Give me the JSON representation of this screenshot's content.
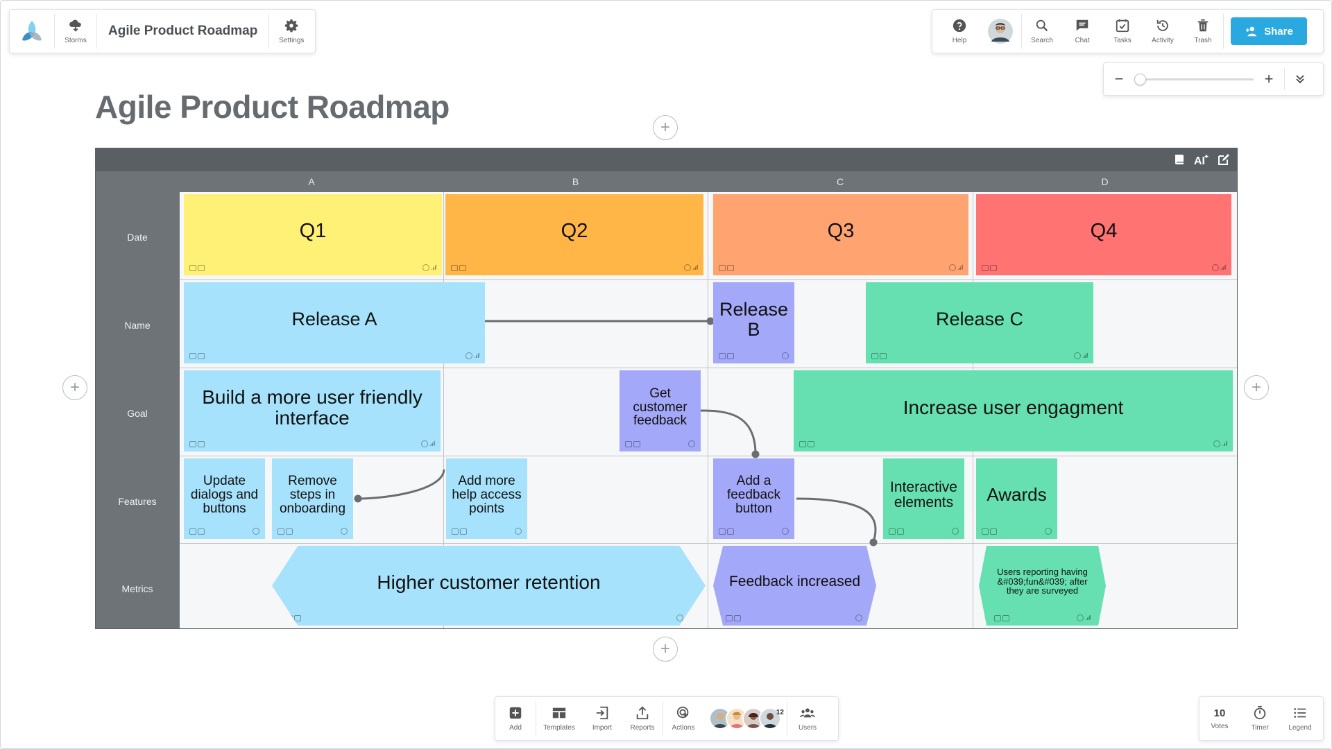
{
  "app": {
    "title": "Agile Product Roadmap",
    "storms_label": "Storms",
    "settings_label": "Settings"
  },
  "toolbar_top": {
    "help": "Help",
    "search": "Search",
    "chat": "Chat",
    "tasks": "Tasks",
    "activity": "Activity",
    "trash": "Trash",
    "share": "Share"
  },
  "zoom": {
    "minus": "−",
    "plus": "+",
    "level": 0.0
  },
  "page": {
    "title": "Agile Product Roadmap"
  },
  "board": {
    "columns": [
      "A",
      "B",
      "C",
      "D"
    ],
    "rows": [
      "Date",
      "Name",
      "Goal",
      "Features",
      "Metrics"
    ],
    "notes": {
      "q1": "Q1",
      "q2": "Q2",
      "q3": "Q3",
      "q4": "Q4",
      "release_a": "Release A",
      "release_b": "Release B",
      "release_c": "Release C",
      "goal_friendly": "Build a more user friendly interface",
      "goal_feedback": "Get customer feedback",
      "goal_engagement": "Increase user engagment",
      "feat_dialogs": "Update dialogs and buttons",
      "feat_steps": "Remove steps in onboarding",
      "feat_help": "Add more help access points",
      "feat_feedback_btn": "Add a feedback button",
      "feat_interactive": "Interactive elements",
      "feat_awards": "Awards",
      "metric_retention": "Higher customer retention",
      "metric_feedback": "Feedback increased",
      "metric_fun": "Users reporting having &#039;fun&#039; after they are surveyed"
    },
    "colors": {
      "yellow": "#fff176",
      "orange": "#ffb647",
      "salmon": "#ffa470",
      "red": "#ff7373",
      "blue": "#a6e2fb",
      "purple": "#a3a8f9",
      "green": "#66e0b0"
    }
  },
  "toolbar_bottom": {
    "add": "Add",
    "templates": "Templates",
    "import": "Import",
    "reports": "Reports",
    "actions": "Actions",
    "users": "Users",
    "user_count": "12"
  },
  "toolbar_br": {
    "votes_count": "10",
    "votes": "Votes",
    "timer": "Timer",
    "legend": "Legend"
  },
  "icons": [
    "logo-icon",
    "storms-icon",
    "settings-icon",
    "help-icon",
    "search-icon",
    "chat-icon",
    "tasks-icon",
    "activity-icon",
    "trash-icon",
    "add-user-icon",
    "collapse-icon",
    "book-icon",
    "ai-text-icon",
    "edit-icon",
    "add-icon",
    "templates-icon",
    "import-icon",
    "reports-icon",
    "actions-icon",
    "users-icon",
    "timer-icon",
    "legend-icon"
  ]
}
